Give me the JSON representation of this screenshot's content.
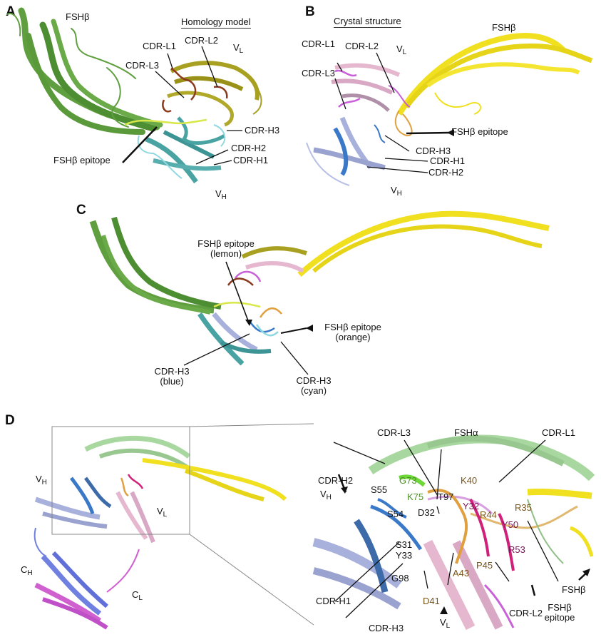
{
  "figure": {
    "panels": {
      "A": {
        "letter": "A",
        "title": "Homology model",
        "labels": {
          "fshb": "FSHβ",
          "cdr_l1": "CDR-L1",
          "cdr_l2": "CDR-L2",
          "cdr_l3": "CDR-L3",
          "vl": "V",
          "vl_sub": "L",
          "cdr_h3": "CDR-H3",
          "cdr_h2": "CDR-H2",
          "cdr_h1": "CDR-H1",
          "epitope": "FSHβ epitope",
          "vh": "V",
          "vh_sub": "H"
        }
      },
      "B": {
        "letter": "B",
        "title": "Crystal structure",
        "labels": {
          "fshb": "FSHβ",
          "cdr_l1": "CDR-L1",
          "cdr_l2": "CDR-L2",
          "cdr_l3": "CDR-L3",
          "vl": "V",
          "vl_sub": "L",
          "epitope": "FSHβ epitope",
          "cdr_h3": "CDR-H3",
          "cdr_h1": "CDR-H1",
          "cdr_h2": "CDR-H2",
          "vh": "V",
          "vh_sub": "H"
        }
      },
      "C": {
        "letter": "C",
        "labels": {
          "epitope_lemon_1": "FSHβ epitope",
          "epitope_lemon_2": "(lemon)",
          "epitope_orange_1": "FSHβ epitope",
          "epitope_orange_2": "(orange)",
          "h3_blue_1": "CDR-H3",
          "h3_blue_2": "(blue)",
          "h3_cyan_1": "CDR-H3",
          "h3_cyan_2": "(cyan)"
        }
      },
      "D": {
        "letter": "D",
        "overview_labels": {
          "vh": "V",
          "vh_sub": "H",
          "vl": "V",
          "vl_sub": "L",
          "ch": "C",
          "ch_sub": "H",
          "cl": "C",
          "cl_sub": "L"
        },
        "inset_labels": {
          "cdr_l3": "CDR-L3",
          "fsha": "FSHα",
          "cdr_l1": "CDR-L1",
          "cdr_h2": "CDR-H2",
          "vh": "V",
          "vh_sub": "H",
          "cdr_h1": "CDR-H1",
          "cdr_h3": "CDR-H3",
          "cdr_l2": "CDR-L2",
          "vl": "V",
          "vl_sub": "L",
          "fshb": "FSHβ",
          "epitope_1": "FSHβ",
          "epitope_2": "epitope"
        },
        "residues": [
          {
            "name": "G73",
            "color": "#4f8f2a"
          },
          {
            "name": "S55",
            "color": "#111111"
          },
          {
            "name": "K75",
            "color": "#4f8f2a"
          },
          {
            "name": "T97",
            "color": "#111111"
          },
          {
            "name": "K40",
            "color": "#7a5418"
          },
          {
            "name": "S54",
            "color": "#111111"
          },
          {
            "name": "D32",
            "color": "#111111"
          },
          {
            "name": "Y32",
            "color": "#7a1657"
          },
          {
            "name": "R44",
            "color": "#7a5418"
          },
          {
            "name": "R35",
            "color": "#7a5418"
          },
          {
            "name": "Y50",
            "color": "#7a1657"
          },
          {
            "name": "S31",
            "color": "#111111"
          },
          {
            "name": "Y33",
            "color": "#111111"
          },
          {
            "name": "R53",
            "color": "#7a1657"
          },
          {
            "name": "P45",
            "color": "#7a5418"
          },
          {
            "name": "G98",
            "color": "#111111"
          },
          {
            "name": "A43",
            "color": "#7a5418"
          },
          {
            "name": "D41",
            "color": "#7a5418"
          }
        ]
      }
    },
    "colors": {
      "fshb_green": "#5f9f3f",
      "fshb_yellow": "#f0e020",
      "vl_olive": "#a8a020",
      "cdr_l_brown": "#8b3a1e",
      "vh_teal": "#4aa3a3",
      "cdr_h_cyan": "#8fd8e0",
      "vl_pink": "#e6b8d0",
      "cdr_l_magenta": "#c860d8",
      "vh_lavender": "#a8b0dc",
      "cdr_h_blue": "#3a78c8",
      "epitope_lemon": "#d8e84a",
      "epitope_orange": "#e0a040",
      "fsha_green": "#a8d8a0",
      "ch_blue": "#7080e0",
      "cl_magenta": "#d060d0",
      "residue_magenta": "#d0207a"
    }
  }
}
